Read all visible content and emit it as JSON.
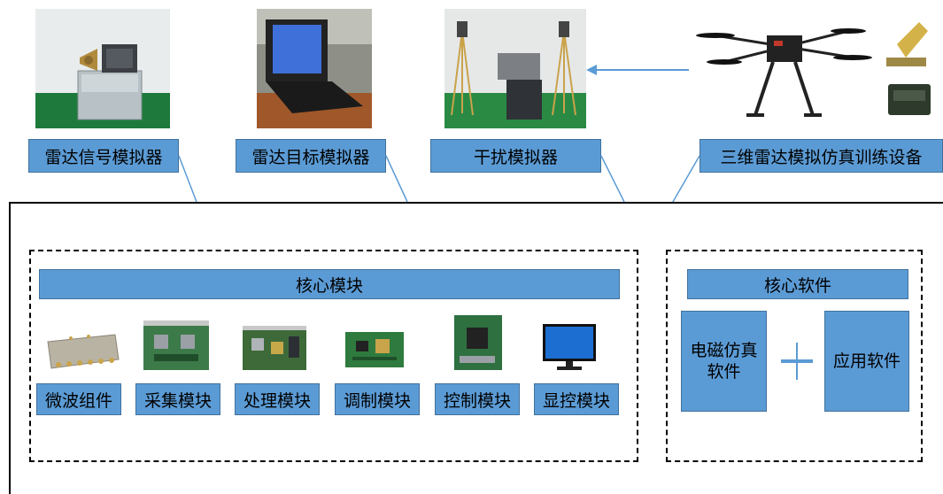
{
  "top_devices": [
    {
      "label": "雷达信号模拟器"
    },
    {
      "label": "雷达目标模拟器"
    },
    {
      "label": "干扰模拟器"
    },
    {
      "label": "三维雷达模拟仿真训练设备"
    }
  ],
  "core_modules": {
    "title": "核心模块",
    "modules": [
      {
        "label": "微波组件"
      },
      {
        "label": "采集模块"
      },
      {
        "label": "处理模块"
      },
      {
        "label": "调制模块"
      },
      {
        "label": "控制模块"
      },
      {
        "label": "显控模块"
      }
    ]
  },
  "core_software": {
    "title": "核心软件",
    "left_box": "电磁仿真\n软件",
    "right_box": "应用软件"
  },
  "colors": {
    "box_fill": "#5b9bd5",
    "box_border": "#41719c",
    "connector": "#5b9bd5"
  }
}
